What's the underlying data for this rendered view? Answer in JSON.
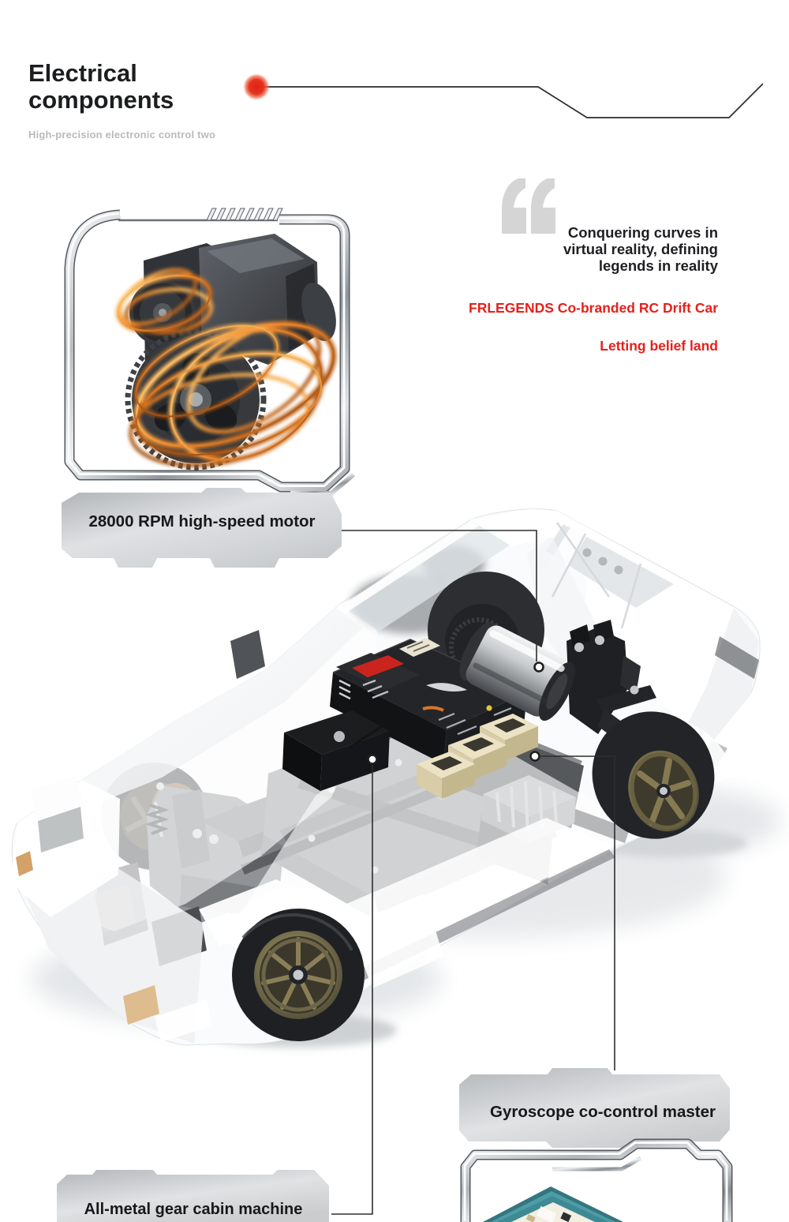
{
  "page": {
    "background": "#ffffff"
  },
  "header": {
    "title_line1": "Electrical",
    "title_line2": "components",
    "subtitle": "High-precision electronic control two",
    "accent_dot_color": "#e53020",
    "line_color": "#2b2b2b"
  },
  "quote": {
    "icon": "double-quote-icon",
    "lines": [
      "Conquering curves in",
      "virtual reality, defining",
      "legends in reality"
    ],
    "brand_line": "FRLEGENDS Co-branded RC Drift Car",
    "slogan_line": "Letting belief land",
    "text_color": "#1e1f22",
    "accent_color": "#e6201b"
  },
  "features": [
    {
      "id": "motor",
      "label": "28000 RPM high-speed motor",
      "illustration": "brushless-motor-copper-coils"
    },
    {
      "id": "gyro",
      "label": "Gyroscope co-control master",
      "illustration": "gyroscope-pcb-board"
    },
    {
      "id": "servo",
      "label": "All-metal gear cabin machine",
      "illustration": "metal-gear-servo-in-chassis"
    }
  ],
  "scene": {
    "description": "translucent RC drift car shell revealing chassis electronics",
    "esc_sticker_color": "#c9251e",
    "coil_color": "#f08a2e",
    "rim_color": "#837a54",
    "pcb_color": "#3c8893"
  }
}
